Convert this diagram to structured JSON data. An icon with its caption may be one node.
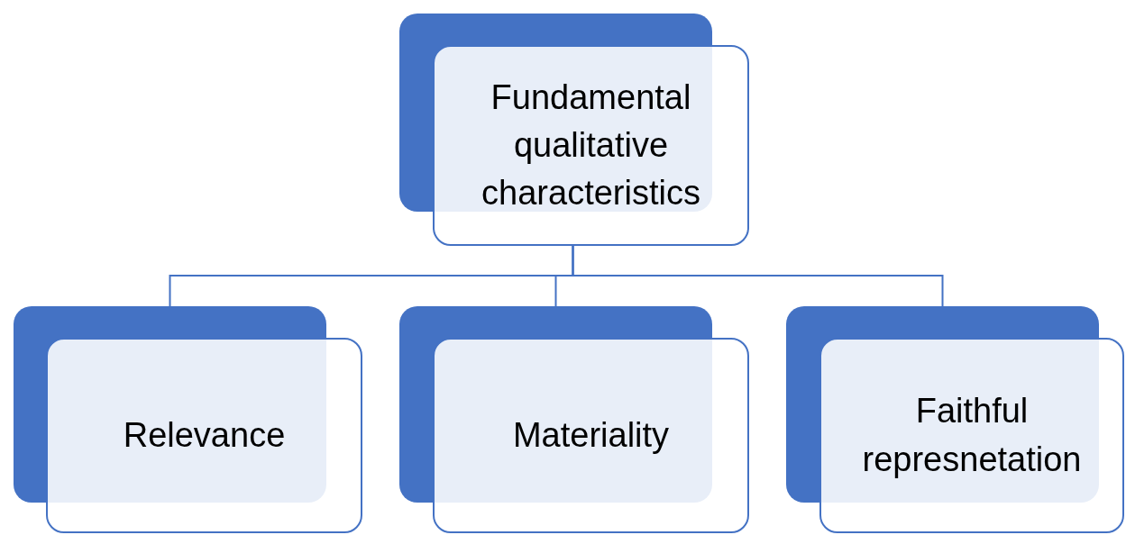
{
  "diagram": {
    "nodes": [
      {
        "text": [
          "Fundamental qualitative characteristics"
        ]
      },
      {
        "text": [
          "Relevance"
        ]
      },
      {
        "text": [
          "Materiality"
        ]
      },
      {
        "text": [
          "Faithful represnetation"
        ]
      }
    ],
    "edges": [
      {
        "from": 0,
        "to": 1,
        "arrow": "none"
      },
      {
        "from": 0,
        "to": 2,
        "arrow": "none"
      },
      {
        "from": 0,
        "to": 3,
        "arrow": "none"
      }
    ]
  }
}
